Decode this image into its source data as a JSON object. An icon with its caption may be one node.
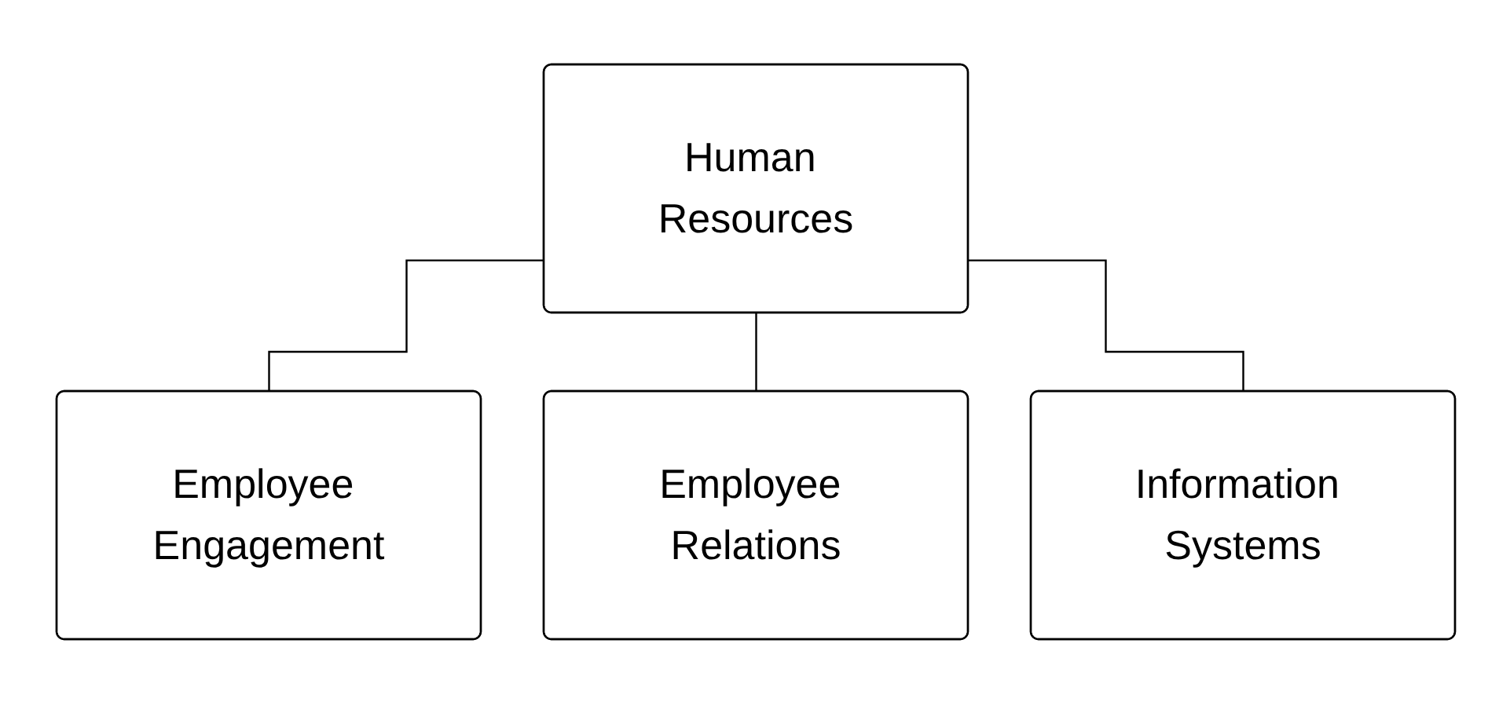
{
  "diagram": {
    "nodes": [
      {
        "text": [
          "Human Resources"
        ]
      },
      {
        "text": [
          "Employee Engagement"
        ]
      },
      {
        "text": [
          "Employee Relations"
        ]
      },
      {
        "text": [
          "Information Systems"
        ]
      }
    ],
    "edges": [
      {
        "from": 0,
        "to": 1,
        "arrow": "none"
      },
      {
        "from": 0,
        "to": 2,
        "arrow": "none"
      },
      {
        "from": 0,
        "to": 3,
        "arrow": "none"
      }
    ]
  }
}
